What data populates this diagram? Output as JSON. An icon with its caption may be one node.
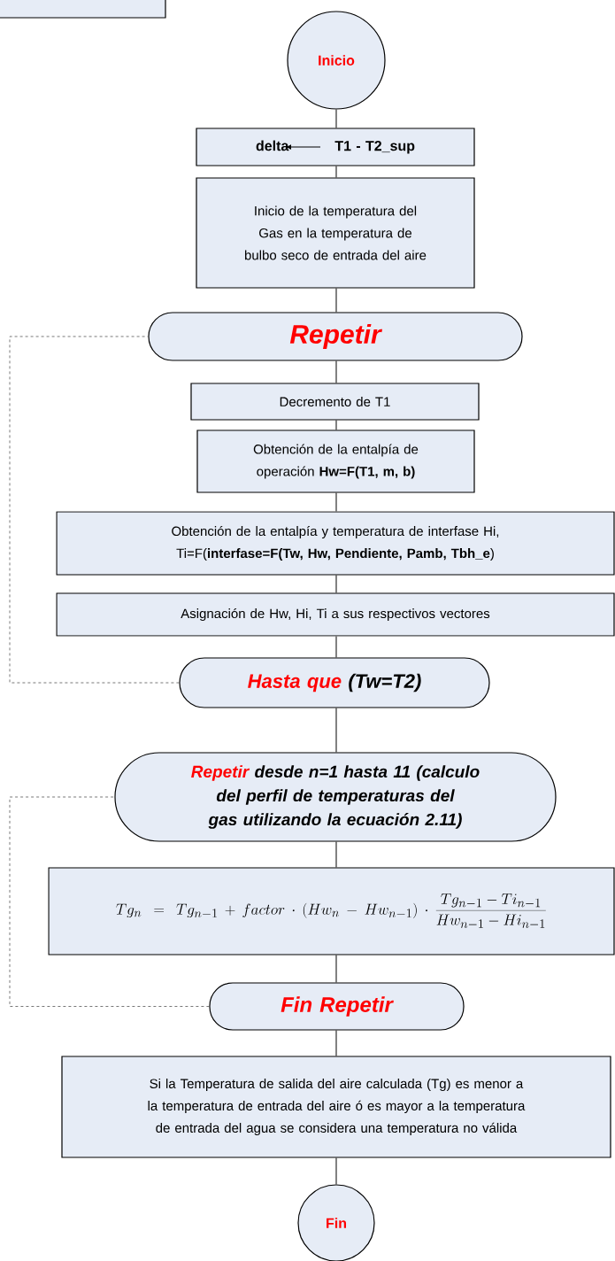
{
  "diagram": {
    "nodes": [
      {
        "text": [],
        "shape": "box"
      },
      {
        "text": [
          "Inicio"
        ]
      },
      {
        "text": [
          "delta",
          "T1 - T2_sup"
        ]
      },
      {
        "text": [
          "Inicio de la temperatura del Gas en la temperatura de bulbo seco de entrada del aire"
        ]
      },
      {
        "text": [
          "Repetir"
        ]
      },
      {
        "text": [
          "Decremento de T1"
        ]
      },
      {
        "text": [
          "Obtención de la entalpía de operación **Hw=F(T1, m, b)**"
        ]
      },
      {
        "text": [
          "Obtención de la entalpía y temperatura de interfase Hi, Ti=F(**interfase=F(Tw, Hw, Pendiente, Pamb, Tbh_e**)"
        ]
      },
      {
        "text": [
          "Asignación de Hw, Hi, Ti a sus respectivos vectores"
        ]
      },
      {
        "text": [
          "Hasta que",
          "(Tw=T2)"
        ]
      },
      {
        "text": [
          "Repetir",
          "desde n=1 hasta 11 (calculo del perfil de temperaturas del gas utilizando la ecuación 2.11)"
        ]
      },
      {
        "text": [
          "Tg_{n} = Tg_{n-1} + factor \\cdot (Hw_{n} - Hw_{n-1}) \\cdot \\frac{Tg_{n-1} - Ti_{n-1}}{Hw_{n-1} - Hi_{n-1}}"
        ]
      },
      {
        "text": [
          "Fin Repetir"
        ]
      },
      {
        "text": [
          "Si la Temperatura de salida del aire calculada (Tg) es menor a la temperatura de entrada del aire ó es mayor a la temperatura de entrada del agua se considera una temperatura no válida"
        ]
      },
      {
        "text": [
          "Fin"
        ]
      }
    ],
    "edges": [
      {
        "from": 1,
        "to": 2,
        "arrow": "none"
      },
      {
        "from": 2,
        "to": 3,
        "arrow": "none"
      },
      {
        "from": 3,
        "to": 4,
        "arrow": "none"
      },
      {
        "from": 4,
        "to": 5,
        "arrow": "none"
      },
      {
        "from": 5,
        "to": 6,
        "arrow": "none"
      },
      {
        "from": 6,
        "to": 7,
        "arrow": "none"
      },
      {
        "from": 7,
        "to": 8,
        "arrow": "none"
      },
      {
        "from": 8,
        "to": 9,
        "arrow": "none"
      },
      {
        "from": 9,
        "to": 4,
        "arrow": "none",
        "style": "dashed",
        "color": "#555555"
      },
      {
        "from": 9,
        "to": 10,
        "arrow": "none"
      },
      {
        "from": 10,
        "to": 11,
        "arrow": "none"
      },
      {
        "from": 11,
        "to": 12,
        "arrow": "none"
      },
      {
        "from": 12,
        "to": 10,
        "arrow": "none",
        "style": "dashed",
        "color": "#555555"
      },
      {
        "from": 12,
        "to": 13,
        "arrow": "none"
      },
      {
        "from": 13,
        "to": 14,
        "arrow": "none"
      }
    ]
  }
}
